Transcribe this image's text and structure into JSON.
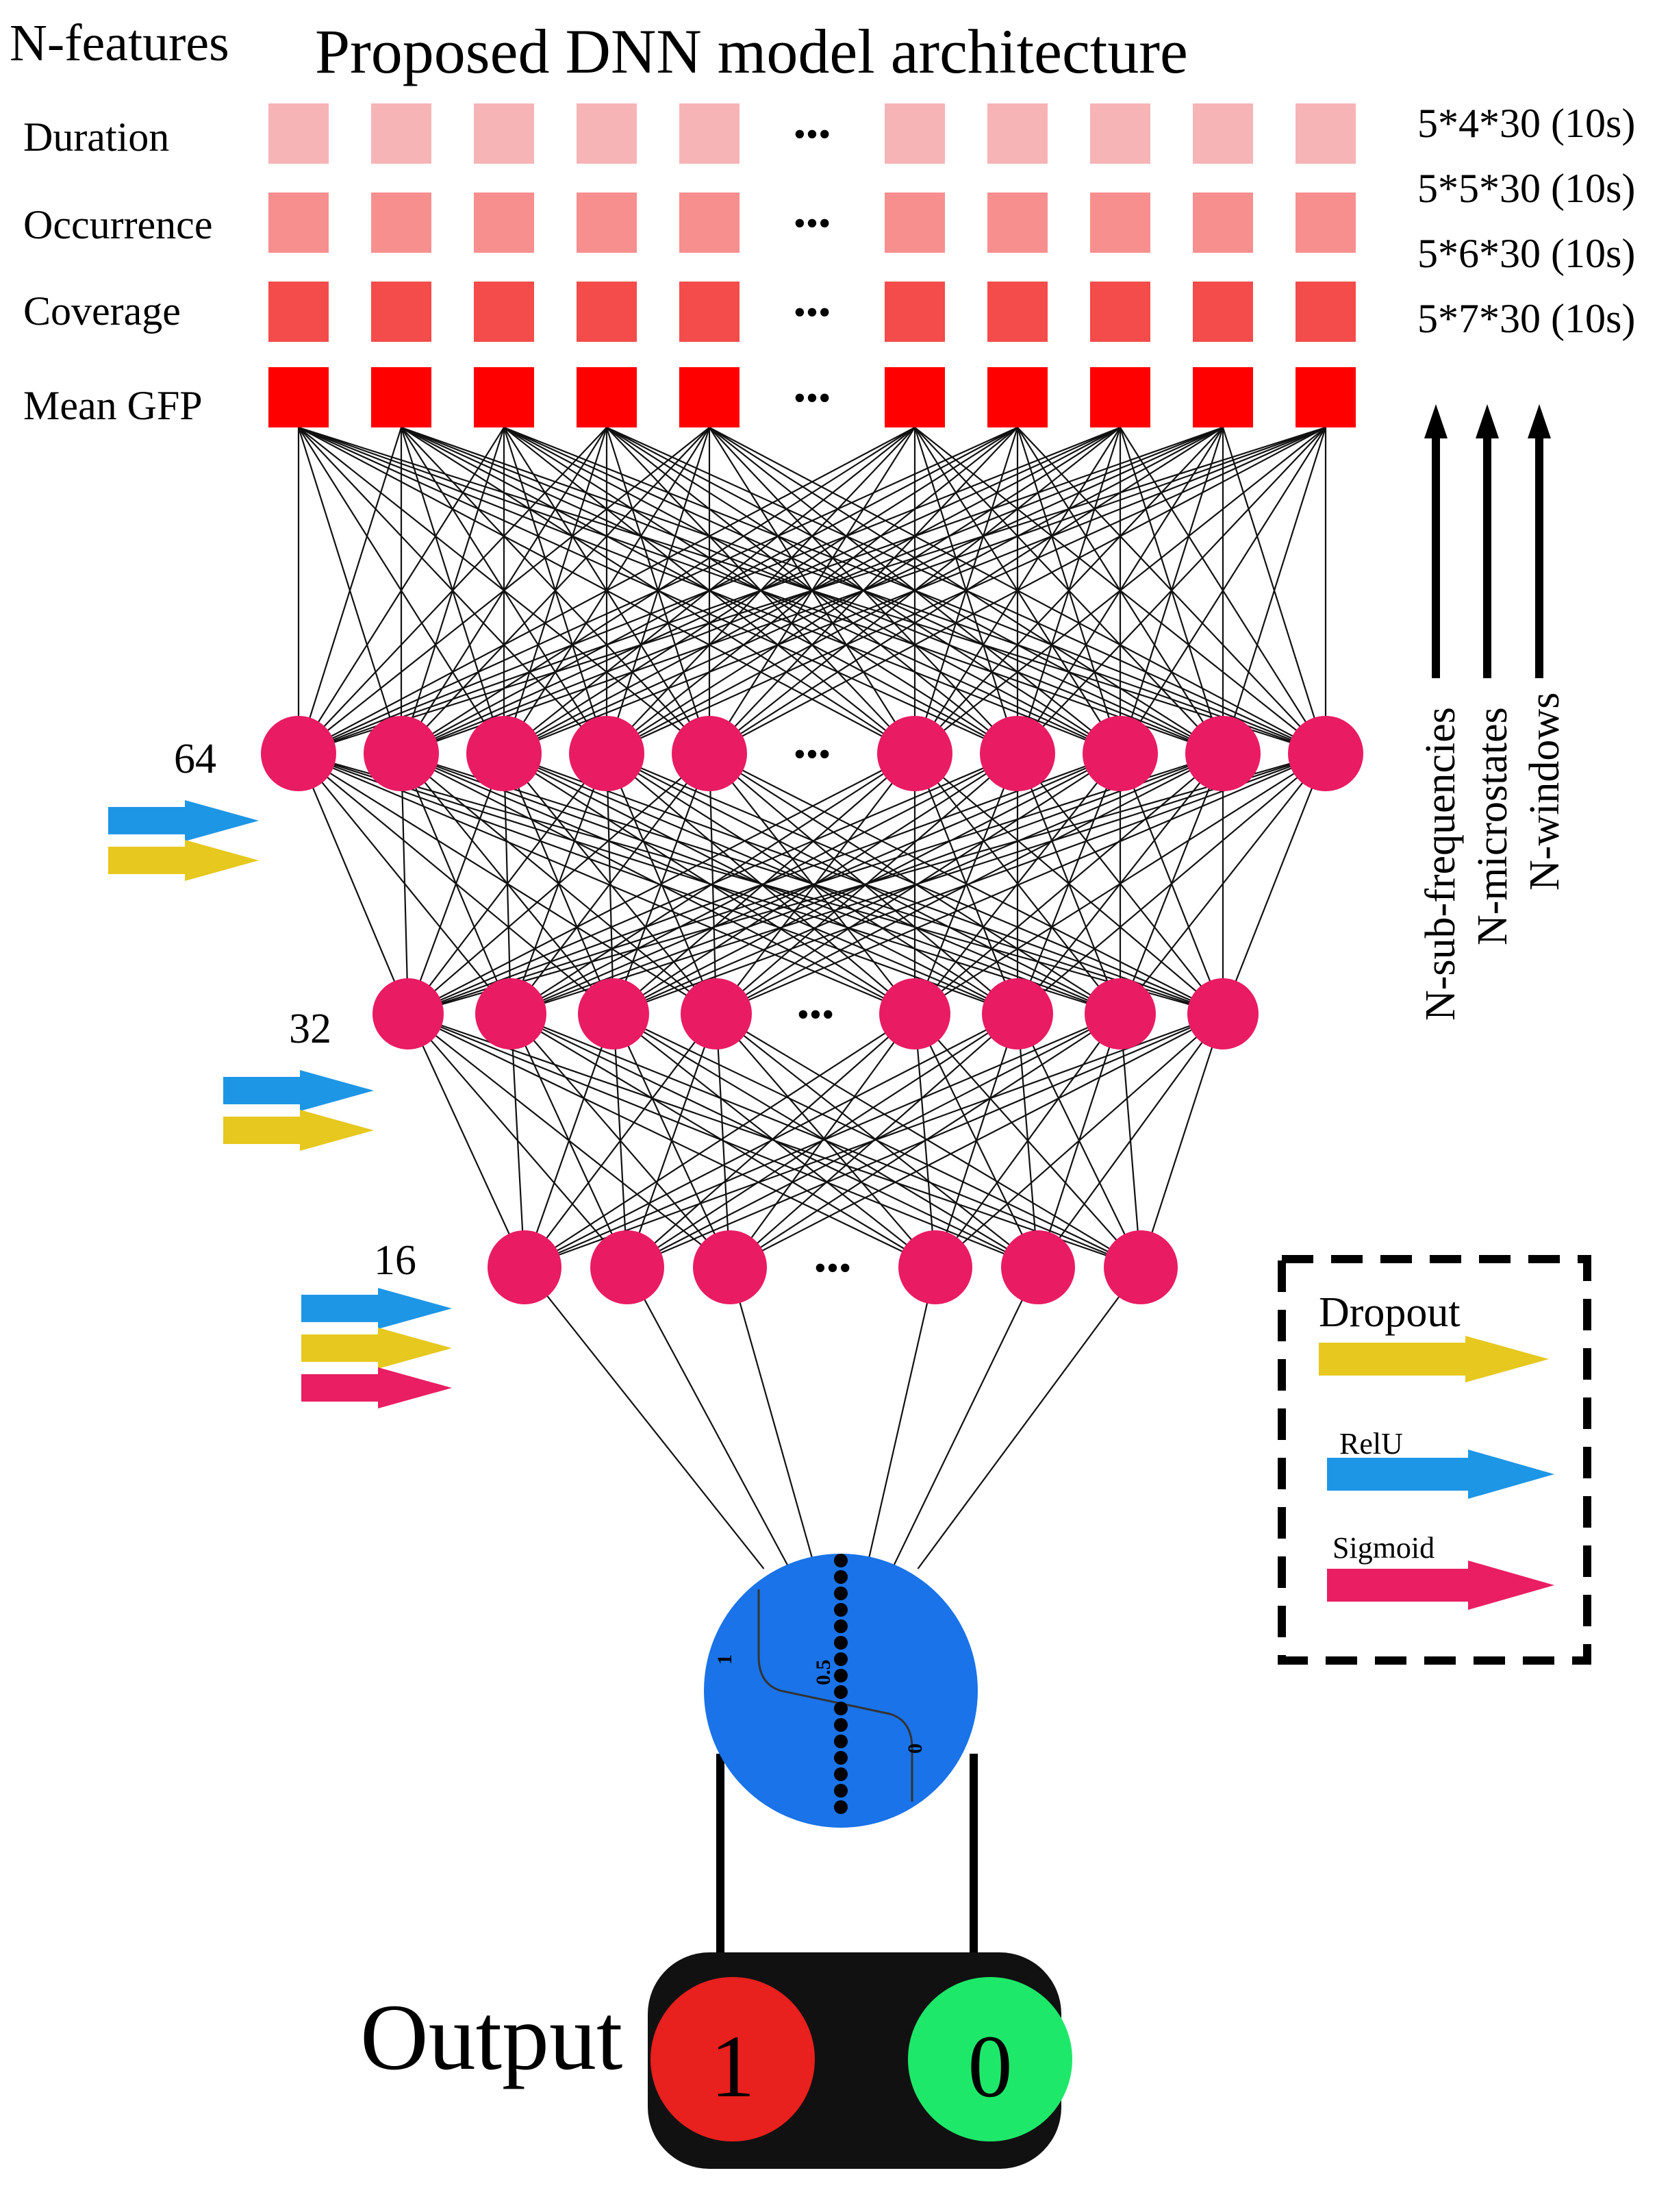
{
  "title": "Proposed DNN model architecture",
  "features_label": "N-features",
  "features": [
    "Duration",
    "Occurrence",
    "Coverage",
    "Mean GFP"
  ],
  "feature_colors": [
    "#f7b4b6",
    "#f78f8f",
    "#f44b4b",
    "#ff0000"
  ],
  "input_dims": [
    "5*4*30 (10s)",
    "5*5*30 (10s)",
    "5*6*30 (10s)",
    "5*7*30  (10s)"
  ],
  "dimension_axes": [
    "N-sub-frequencies",
    "N-microstates",
    "N-windows"
  ],
  "ellipsis": "•••",
  "layers": [
    {
      "size_label": "64",
      "activations": [
        "relu",
        "dropout"
      ]
    },
    {
      "size_label": "32",
      "activations": [
        "relu",
        "dropout"
      ]
    },
    {
      "size_label": "16",
      "activations": [
        "relu",
        "dropout",
        "sigmoid"
      ]
    }
  ],
  "neuron_color": "#e91b63",
  "sigmoid_unit": {
    "label_high": "1",
    "label_mid": "0.5",
    "label_low": "0",
    "color": "#1a73e8"
  },
  "legend": {
    "items": [
      {
        "key": "dropout",
        "label": "Dropout",
        "color": "#e6c81e"
      },
      {
        "key": "relu",
        "label": "RelU",
        "color": "#1e96e6"
      },
      {
        "key": "sigmoid",
        "label": "Sigmoid",
        "color": "#e91e63"
      }
    ]
  },
  "output": {
    "label": "Output",
    "classes": [
      {
        "value": "1",
        "color": "#e8201e"
      },
      {
        "value": "0",
        "color": "#1ee86a"
      }
    ]
  }
}
